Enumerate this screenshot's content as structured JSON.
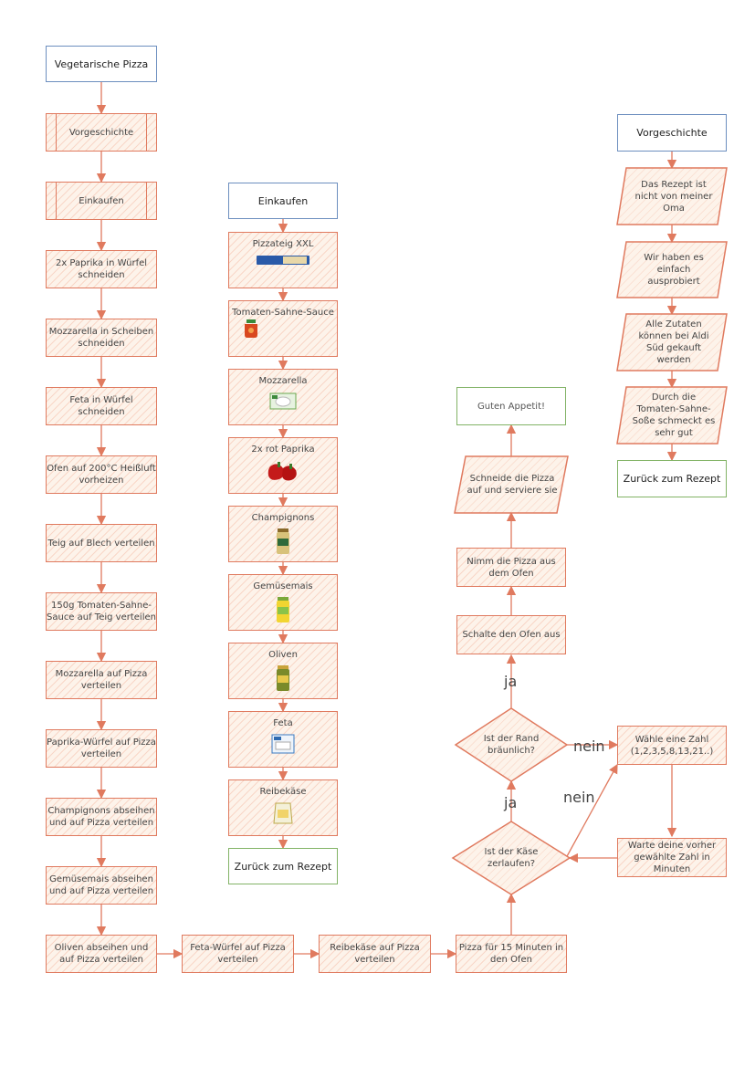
{
  "colors": {
    "orange": "#e07a5f",
    "blue": "#6c8ebf",
    "green": "#82b366"
  },
  "main_flow": {
    "start": "Vegetarische Pizza",
    "steps": [
      "Vorgeschichte",
      "Einkaufen",
      "2x Paprika in Würfel schneiden",
      "Mozzarella in Scheiben schneiden",
      "Feta in Würfel schneiden",
      "Ofen auf 200°C Heißluft vorheizen",
      "Teig auf Blech verteilen",
      "150g Tomaten-Sahne-Sauce auf Teig verteilen",
      "Mozzarella auf Pizza verteilen",
      "Paprika-Würfel auf Pizza verteilen",
      "Champignons abseihen und auf Pizza verteilen",
      "Gemüsemais abseihen und auf Pizza verteilen",
      "Oliven abseihen und auf Pizza verteilen"
    ],
    "bottom_steps": [
      "Feta-Würfel auf Pizza verteilen",
      "Reibekäse auf Pizza verteilen",
      "Pizza für 15 Minuten in den Ofen"
    ]
  },
  "shopping": {
    "title": "Einkaufen",
    "items": [
      {
        "label": "Pizzateig XXL",
        "icon": "pizza-dough-package-icon"
      },
      {
        "label": "Tomaten-Sahne-Sauce",
        "icon": "tomato-sauce-jar-icon"
      },
      {
        "label": "Mozzarella",
        "icon": "mozzarella-package-icon"
      },
      {
        "label": "2x rot Paprika",
        "icon": "red-pepper-icon"
      },
      {
        "label": "Champignons",
        "icon": "mushroom-jar-icon"
      },
      {
        "label": "Gemüsemais",
        "icon": "corn-jar-icon"
      },
      {
        "label": "Oliven",
        "icon": "olive-jar-icon"
      },
      {
        "label": "Feta",
        "icon": "feta-package-icon"
      },
      {
        "label": "Reibekäse",
        "icon": "grated-cheese-bag-icon"
      }
    ],
    "back": "Zurück zum Rezept"
  },
  "oven_loop": {
    "q_cheese": "Ist der Käse zerlaufen?",
    "q_crust": "Ist der Rand bräunlich?",
    "pick_number": "Wähle eine Zahl (1,2,3,5,8,13,21..)",
    "wait": "Warte deine vorher gewählte Zahl in Minuten",
    "oven_off": "Schalte den Ofen aus",
    "take_out": "Nimm die Pizza aus dem Ofen",
    "cut_serve": "Schneide die Pizza auf und serviere sie",
    "end": "Guten Appetit!",
    "yes1": "ja",
    "yes2": "ja",
    "no1": "nein",
    "no2": "nein"
  },
  "backstory": {
    "title": "Vorgeschichte",
    "items": [
      "Das Rezept ist nicht von meiner Oma",
      "Wir haben es einfach ausprobiert",
      "Alle Zutaten können bei Aldi Süd gekauft werden",
      "Durch die Tomaten-Sahne-Soße schmeckt es sehr gut"
    ],
    "back": "Zurück zum Rezept"
  }
}
